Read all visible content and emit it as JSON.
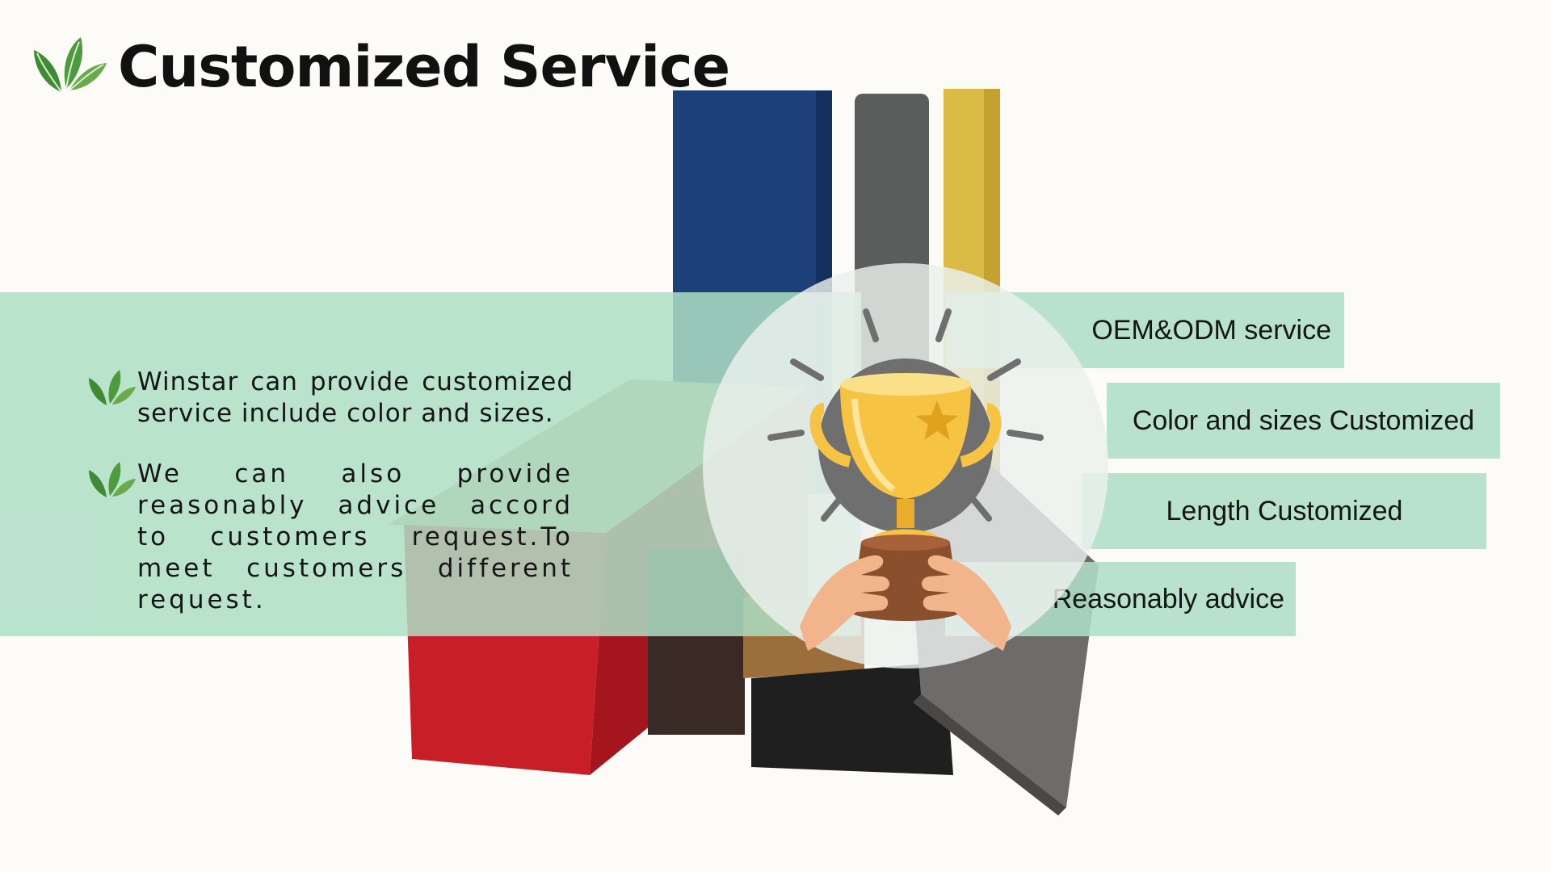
{
  "header": {
    "title": "Customized Service",
    "logo_icon": "leaf-icon"
  },
  "bullets": [
    {
      "icon": "leaf-icon",
      "text": "Winstar can provide customized service include color and sizes."
    },
    {
      "icon": "leaf-icon",
      "text": "We can also provide reasonably advice accord to customers request.To meet customers different request."
    }
  ],
  "features": [
    {
      "label": "OEM&ODM service"
    },
    {
      "label": "Color and sizes Customized"
    },
    {
      "label": "Length Customized"
    },
    {
      "label": "Reasonably advice"
    }
  ],
  "center_icon": "trophy-icon",
  "colors": {
    "background": "#fdfbf8",
    "band_green": "#aedec4",
    "leaf_green": "#3f8a35",
    "trophy_gold": "#f6c343"
  }
}
